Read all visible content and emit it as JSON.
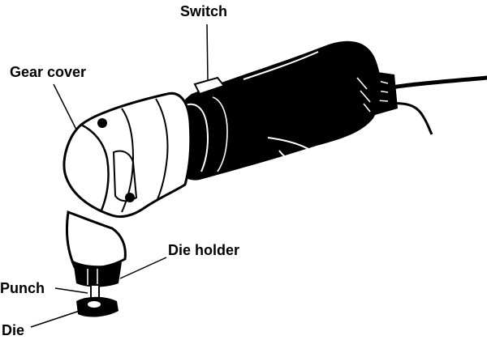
{
  "labels": {
    "switch": "Switch",
    "gear_cover": "Gear cover",
    "die_holder": "Die holder",
    "punch": "Punch",
    "die": "Die"
  },
  "colors": {
    "ink": "#000000",
    "paper": "#ffffff"
  }
}
